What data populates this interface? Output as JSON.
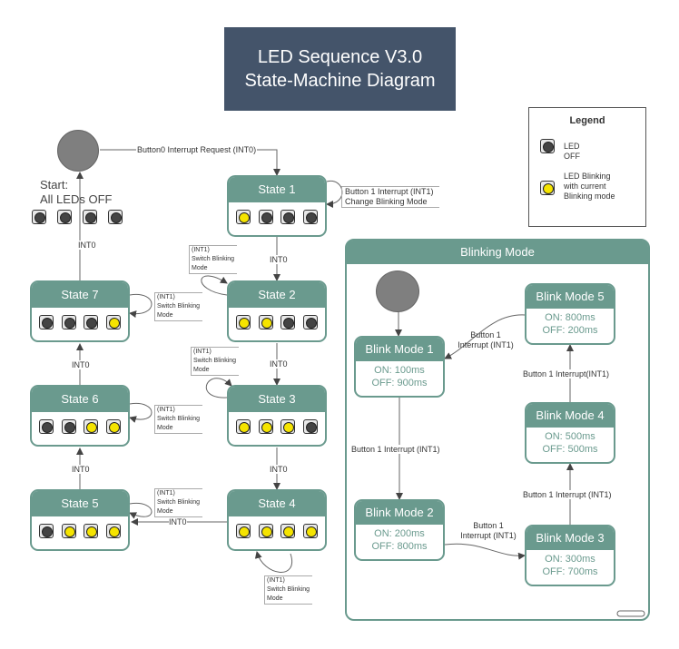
{
  "title": {
    "line1": "LED Sequence V3.0",
    "line2": "State-Machine Diagram"
  },
  "legend": {
    "title": "Legend",
    "off_label": "LED OFF",
    "blink_label_1": "LED Blinking",
    "blink_label_2": "with current",
    "blink_label_3": "Blinking mode"
  },
  "start": {
    "line1": "Start:",
    "line2": "All LEDs OFF"
  },
  "transitions": {
    "btn0": "Button0 Interrupt Request (INT0)",
    "int0": "INT0",
    "int1": "(INT1)",
    "switch1": "Switch Blinking",
    "switch2": "Mode",
    "state1_self_1": "Button 1 Interrupt (INT1)",
    "state1_self_2": "Change Blinking Mode",
    "btn1_int1": "Button 1 Interrupt (INT1)",
    "btn1_int1_tight": "Button 1 Interrupt(INT1)",
    "btn1_spaced": "Button 1 Interrupt (INT1)",
    "btn1_short_1": "Button 1",
    "btn1_short_2": "Interrupt (INT1)"
  },
  "states": [
    {
      "name": "State 1",
      "leds": [
        1,
        0,
        0,
        0
      ]
    },
    {
      "name": "State 2",
      "leds": [
        1,
        1,
        0,
        0
      ]
    },
    {
      "name": "State 3",
      "leds": [
        1,
        1,
        1,
        0
      ]
    },
    {
      "name": "State 4",
      "leds": [
        1,
        1,
        1,
        1
      ]
    },
    {
      "name": "State 5",
      "leds": [
        0,
        1,
        1,
        1
      ]
    },
    {
      "name": "State 6",
      "leds": [
        0,
        0,
        1,
        1
      ]
    },
    {
      "name": "State 7",
      "leds": [
        0,
        0,
        0,
        1
      ]
    }
  ],
  "blinking": {
    "title": "Blinking Mode",
    "modes": [
      {
        "name": "Blink Mode 1",
        "on": "ON: 100ms",
        "off": "OFF: 900ms"
      },
      {
        "name": "Blink Mode 2",
        "on": "ON: 200ms",
        "off": "OFF: 800ms"
      },
      {
        "name": "Blink Mode 3",
        "on": "ON: 300ms",
        "off": "OFF: 700ms"
      },
      {
        "name": "Blink Mode 4",
        "on": "ON: 500ms",
        "off": "OFF: 500ms"
      },
      {
        "name": "Blink Mode 5",
        "on": "ON: 800ms",
        "off": "OFF: 200ms"
      }
    ]
  },
  "colors": {
    "header": "#44546a",
    "state": "#6a9a8e",
    "led_on": "#f5e400",
    "led_off": "#444444"
  }
}
